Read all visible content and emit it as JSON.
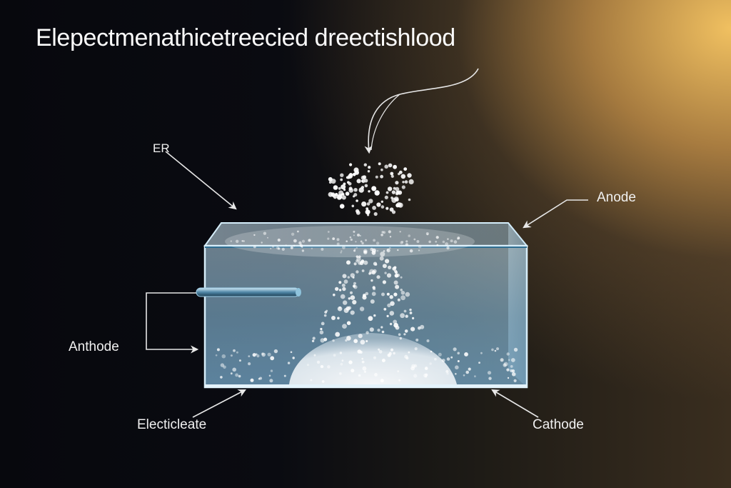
{
  "diagram": {
    "title": "Elepectmenathicetreecied dreectishlood",
    "labels": {
      "er": "ER",
      "anode": "Anode",
      "anthode": "Anthode",
      "electrolyte": "Electicleate",
      "cathode": "Cathode"
    }
  }
}
